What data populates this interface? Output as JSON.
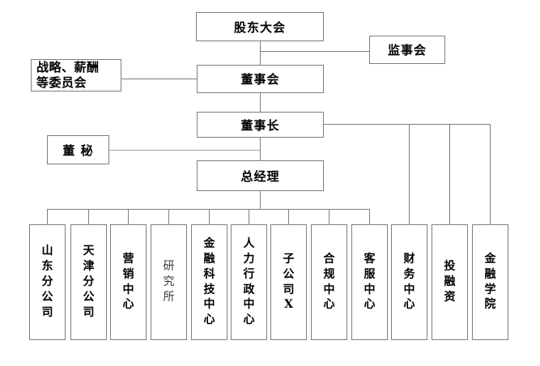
{
  "diagram": {
    "title": "company-organization-chart",
    "nodes": {
      "shareholders": {
        "label": "股东大会"
      },
      "supervisors": {
        "label": "监事会"
      },
      "strategy_committee": {
        "label": "战略、薪酬等委员会",
        "line1": "战略、薪酬",
        "line2": "等委员会"
      },
      "board": {
        "label": "董事会"
      },
      "chairman": {
        "label": "董事长"
      },
      "board_secretary": {
        "label": "董 秘"
      },
      "general_manager": {
        "label": "总经理"
      }
    },
    "departments": [
      {
        "label": "山东分公司"
      },
      {
        "label": "天津分公司"
      },
      {
        "label": "营销中心"
      },
      {
        "label": "研究所"
      },
      {
        "label": "金融科技中心"
      },
      {
        "label": "人力行政中心"
      },
      {
        "label": "子公司X"
      },
      {
        "label": "合规中心"
      },
      {
        "label": "客服中心"
      },
      {
        "label": "财务中心"
      },
      {
        "label": "投融资"
      },
      {
        "label": "金融学院"
      }
    ],
    "edges": [
      [
        "股东大会",
        "董事会"
      ],
      [
        "股东大会",
        "监事会"
      ],
      [
        "董事会",
        "战略、薪酬等委员会"
      ],
      [
        "董事会",
        "董事长"
      ],
      [
        "董事长",
        "董秘"
      ],
      [
        "董事长",
        "总经理"
      ],
      [
        "董事长",
        "财务中心"
      ],
      [
        "董事长",
        "投融资"
      ],
      [
        "董事长",
        "金融学院"
      ],
      [
        "总经理",
        "山东分公司"
      ],
      [
        "总经理",
        "天津分公司"
      ],
      [
        "总经理",
        "营销中心"
      ],
      [
        "总经理",
        "研究所"
      ],
      [
        "总经理",
        "金融科技中心"
      ],
      [
        "总经理",
        "人力行政中心"
      ],
      [
        "总经理",
        "子公司X"
      ],
      [
        "总经理",
        "合规中心"
      ],
      [
        "总经理",
        "客服中心"
      ]
    ],
    "colors": {
      "border": "#7f7f7f",
      "connector": "#7f7f7f",
      "secretary_connector": "#a6a6a6",
      "text": "#000000",
      "muted_text": "#404040",
      "background": "#ffffff"
    }
  }
}
